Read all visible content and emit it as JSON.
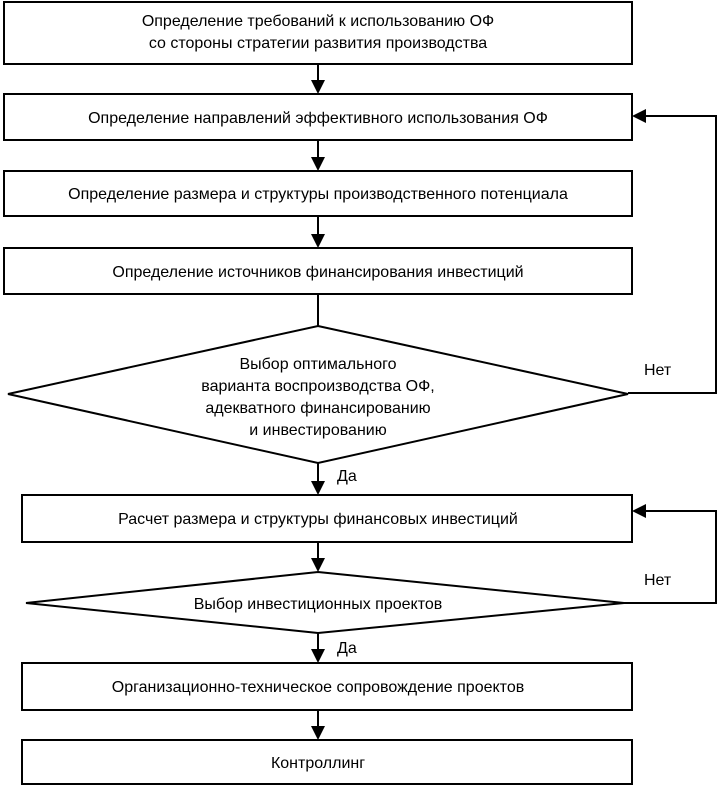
{
  "flowchart": {
    "steps": [
      {
        "lines": [
          "Определение требований к использованию ОФ",
          "со стороны стратегии развития производства"
        ]
      },
      {
        "lines": [
          "Определение направлений эффективного использования ОФ"
        ]
      },
      {
        "lines": [
          "Определение размера и структуры производственного потенциала"
        ]
      },
      {
        "lines": [
          "Определение источников финансирования инвестиций"
        ]
      },
      {
        "lines": [
          "Выбор оптимального",
          "варианта воспроизводства ОФ,",
          "адекватного финансированию",
          "и инвестированию"
        ]
      },
      {
        "lines": [
          "Расчет размера и структуры финансовых инвестиций"
        ]
      },
      {
        "lines": [
          "Выбор инвестиционных проектов"
        ]
      },
      {
        "lines": [
          "Организационно-техническое сопровождение проектов"
        ]
      },
      {
        "lines": [
          "Контроллинг"
        ]
      }
    ],
    "decision1": {
      "no": "Нет",
      "yes": "Да"
    },
    "decision2": {
      "no": "Нет",
      "yes": "Да"
    }
  }
}
